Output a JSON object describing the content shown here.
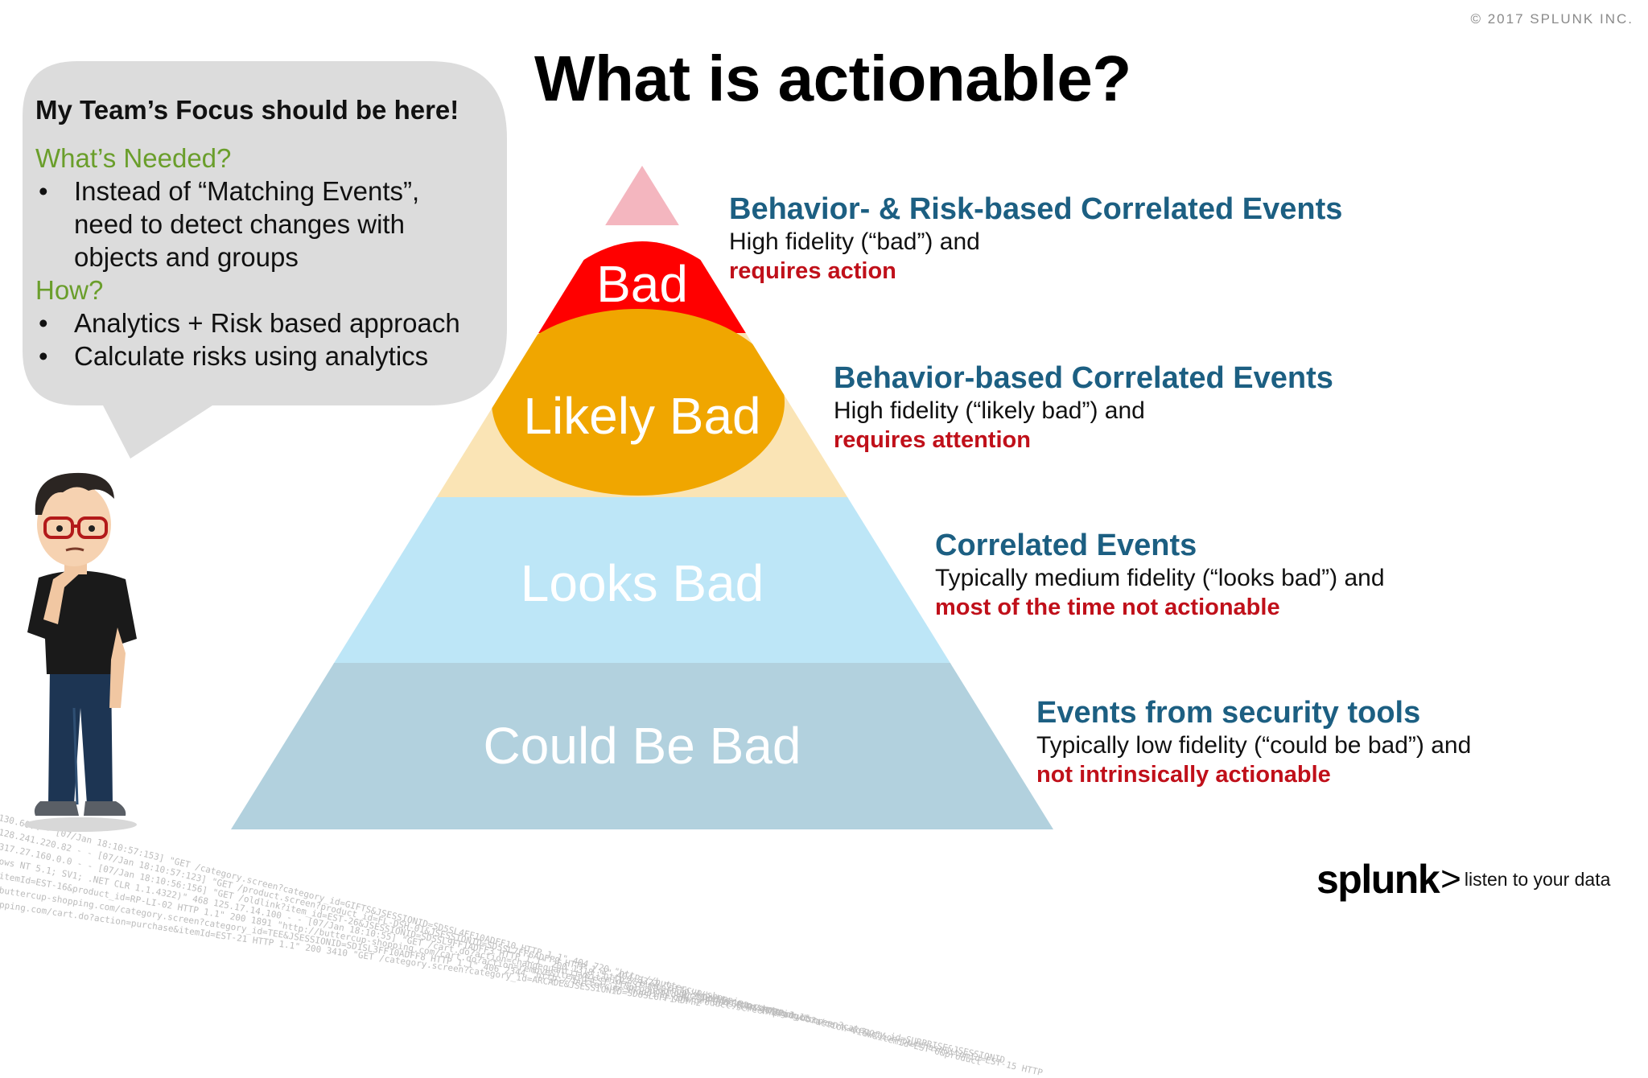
{
  "copyright": "© 2017 SPLUNK INC.",
  "title": "What is actionable?",
  "bubble": {
    "heading": "My Team’s Focus should be here!",
    "needed_label": "What’s Needed?",
    "needed_items": [
      "Instead of “Matching Events”,",
      "need to detect changes with",
      "objects and groups"
    ],
    "how_label": "How?",
    "how_items": [
      "Analytics + Risk based approach",
      "Calculate risks using analytics"
    ]
  },
  "pyramid": {
    "tiers": [
      {
        "label": "Bad"
      },
      {
        "label": "Likely Bad"
      },
      {
        "label": "Looks Bad"
      },
      {
        "label": "Could Be Bad"
      }
    ],
    "colors": {
      "top_tip": "#f4b6bf",
      "bad": "#ff0000",
      "likely_bad_circle": "#f0a600",
      "likely_bad_band": "#fae4b5",
      "looks_bad": "#bde6f7",
      "could_be_bad": "#b2d1de"
    }
  },
  "descriptions": [
    {
      "heading": "Behavior- & Risk-based Correlated Events",
      "sub": "High fidelity (“bad”) and",
      "red": "requires action"
    },
    {
      "heading": "Behavior-based Correlated Events",
      "sub": "High fidelity (“likely bad”) and",
      "red": "requires attention"
    },
    {
      "heading": "Correlated Events",
      "sub": "Typically medium fidelity (“looks bad”) and",
      "red": "most of the time not actionable"
    },
    {
      "heading": "Events from security tools",
      "sub": "Typically low fidelity (“could be bad”) and",
      "red": "not intrinsically actionable"
    }
  ],
  "logo": {
    "word": "splunk",
    "chevron": ">",
    "tagline": "listen to your data"
  }
}
